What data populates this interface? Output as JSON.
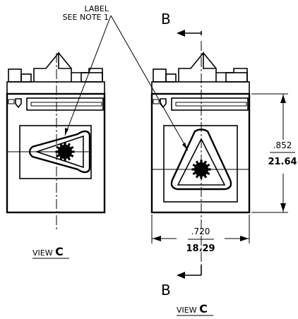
{
  "note_label": {
    "line1": "LABEL",
    "line2": "SEE NOTE 1"
  },
  "section": {
    "top_letter": "B",
    "bottom_letter": "B"
  },
  "dimensions": {
    "height_inch": ".852",
    "height_mm": "21.64",
    "width_inch": ".720",
    "width_mm": "18.29"
  },
  "views": {
    "left_caption_prefix": "VIEW ",
    "left_caption_letter": "C",
    "right_caption_prefix": "VIEW ",
    "right_caption_letter": "C"
  }
}
